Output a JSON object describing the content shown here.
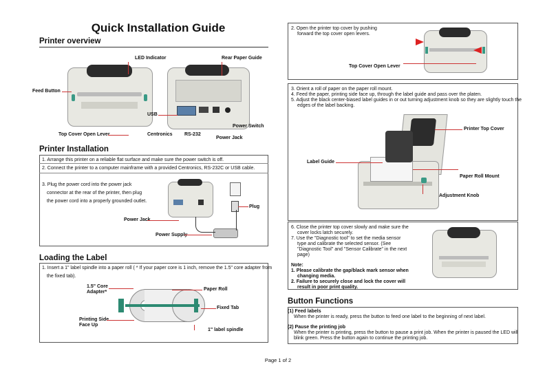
{
  "title": "Quick Installation Guide",
  "overview": {
    "heading": "Printer overview",
    "labels": {
      "led": "LED Indicator",
      "rear_guide": "Rear Paper Guide",
      "feed": "Feed Button",
      "usb": "USB",
      "top_cover_lever": "Top Cover Open Lever",
      "centronics": "Centronics",
      "rs232": "RS-232",
      "power_switch": "Power Switch",
      "power_jack": "Power Jack"
    }
  },
  "installation": {
    "heading": "Printer Installation",
    "step1": "1. Arrange this printer on a reliable flat surface and make sure the power switch is off.",
    "step2": "2. Connect the printer to a computer mainframe with a provided Centronics, RS-232C or USB cable.",
    "step3_l1": "3. Plug the power cord into the power jack",
    "step3_l2": "connector at the rear of the printer, then plug",
    "step3_l3": "the power cord into a properly grounded outlet.",
    "plug": "Plug",
    "power_jack": "Power Jack",
    "power_supply": "Power Supply"
  },
  "loading": {
    "heading": "Loading the Label",
    "step1_l1": "1. Insert a 1\" label spindle into a paper roll ( * If your paper core is 1 inch, remove the 1.5\" core adapter from",
    "step1_l2": "the fixed tab).",
    "core_adapter_l1": "1.5\" Core",
    "core_adapter_l2": "Adapter*",
    "paper_roll": "Paper Roll",
    "fixed_tab": "Fixed Tab",
    "printing_side_l1": "Printing Side",
    "printing_side_l2": "Face Up",
    "spindle": "1\" label spindle"
  },
  "right": {
    "step2_l1": "2. Open the printer top cover by pushing",
    "step2_l2": "forward the top cover open levers.",
    "top_cover_lever": "Top Cover Open Lever",
    "step3": "3. Orient a roll of paper on the paper roll mount.",
    "step4": "4. Feed the paper, printing side face up, through the label guide and pass over the platen.",
    "step5_l1": "5. Adjust the black center-biased label guides in or out turning adjustment knob so they are slightly touch the",
    "step5_l2": "edges of the label backing.",
    "printer_top_cover": "Printer Top Cover",
    "label_guide": "Label Guide",
    "paper_roll_mount": "Paper Roll Mount",
    "adjustment_knob": "Adjustment Knob",
    "step6_l1": "6. Close the printer top cover slowly and make sure the",
    "step6_l2": "cover locks latch securely.",
    "step7_l1": "7. Use the \"Diagnostic tool\" to set the media sensor",
    "step7_l2": "type and calibrate the selected sensor. (See",
    "step7_l3": "\"Diagnostic Tool\" and \"Sensor Calibrate\" in the next",
    "step7_l4": "page)",
    "note": "Note:",
    "note1_l1": "1. Please calibrate the gap/black mark sensor when",
    "note1_l2": "changing media.",
    "note2_l1": "2. Failure to securely close and lock the cover will",
    "note2_l2": "result in poor print quality."
  },
  "functions": {
    "heading": "Button Functions",
    "feed_title": "(1) Feed labels",
    "feed_text": "When the printer is ready, press the button to feed one label to the beginning of next label.",
    "pause_title": "(2) Pause the printing job",
    "pause_l1": "When the printer is printing, press the button to pause a print job. When the printer is paused the LED will",
    "pause_l2": "blink green. Press the button again to continue the printing job."
  },
  "footer": "Page 1 of 2"
}
